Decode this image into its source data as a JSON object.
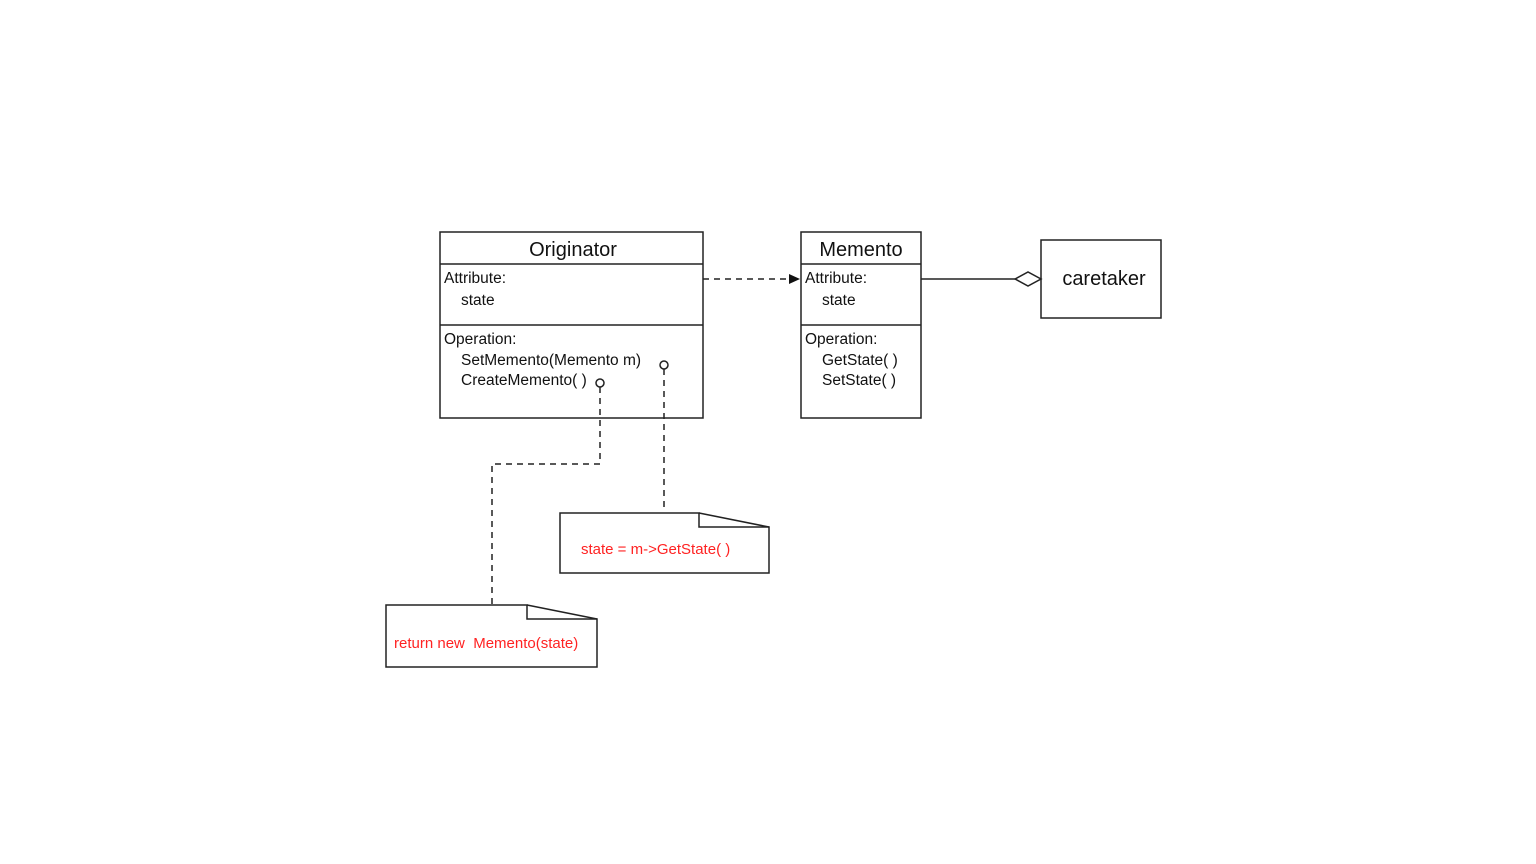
{
  "originator": {
    "name": "Originator",
    "attribute_header": "Attribute:",
    "attributes": [
      "state"
    ],
    "operation_header": "Operation:",
    "operations": [
      "SetMemento(Memento m)",
      "CreateMemento( )"
    ]
  },
  "memento": {
    "name": "Memento",
    "attribute_header": "Attribute:",
    "attributes": [
      "state"
    ],
    "operation_header": "Operation:",
    "operations": [
      "GetState( )",
      "SetState( )"
    ]
  },
  "caretaker": {
    "name": "caretaker"
  },
  "notes": {
    "set_memento": "state = m->GetState( )",
    "create_memento": "return new  Memento(state)"
  },
  "colors": {
    "note_text": "#ff2222",
    "stroke": "#222222"
  }
}
